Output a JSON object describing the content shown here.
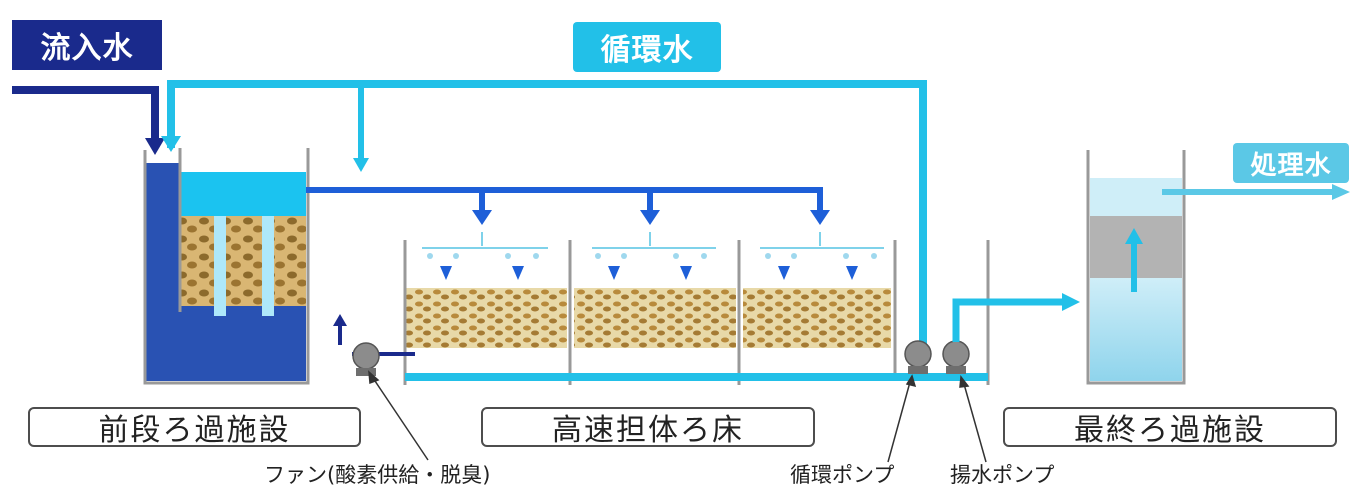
{
  "labels": {
    "influent": "流入水",
    "recirculation": "循環水",
    "treated": "処理水",
    "pre_filtration": "前段ろ過施設",
    "high_speed_bed": "高速担体ろ床",
    "final_filtration": "最終ろ過施設",
    "fan": "ファン(酸素供給・脱臭)",
    "circulation_pump": "循環ポンプ",
    "lift_pump": "揚水ポンプ"
  },
  "colors": {
    "influent_line": "#1a2a8c",
    "recirculation_line": "#22c0e8",
    "treated_tag": "#5bc8e6",
    "tank_outline": "#888888",
    "pre_tank_water": "#2952b3",
    "filter_media": "#c9a35e",
    "arrow_blue": "#1e5fd8"
  }
}
